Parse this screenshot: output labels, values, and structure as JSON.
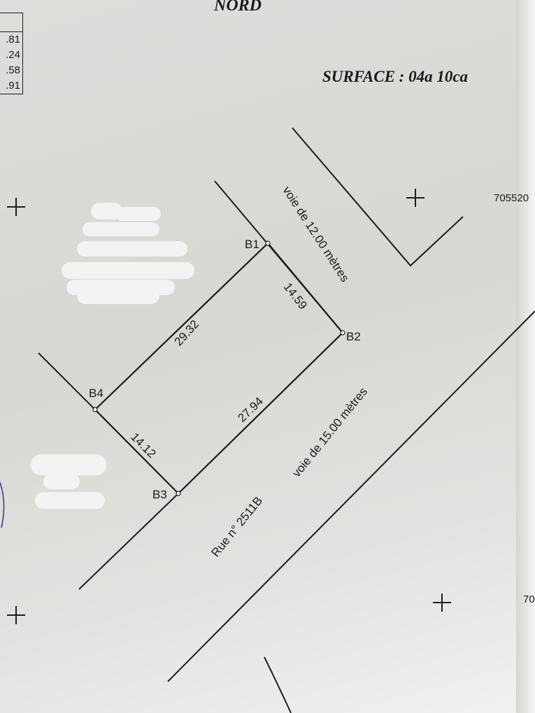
{
  "header": {
    "north": "NORD",
    "surface": "SURFACE  :  04a  10ca"
  },
  "coord_table": {
    "rows": [
      ".81",
      ".24",
      ".58",
      ".91"
    ]
  },
  "plan": {
    "boundary_points": [
      "B1",
      "B2",
      "B3",
      "B4"
    ],
    "sides": {
      "b1_b2": "14.59",
      "b2_b3": "27.94",
      "b3_b4": "14.12",
      "b4_b1": "29.32"
    },
    "road_north": "voie de 12.00 mètres",
    "road_south_name": "Rue n° 2511B",
    "road_south_width": "voie de 15.00   mètres",
    "grid_coord_right": "705520",
    "grid_coord_bottom": "70"
  },
  "colors": {
    "ink": "#1c1c1c",
    "paper": "#dcdedb",
    "stamp": "#3b3a8a"
  }
}
